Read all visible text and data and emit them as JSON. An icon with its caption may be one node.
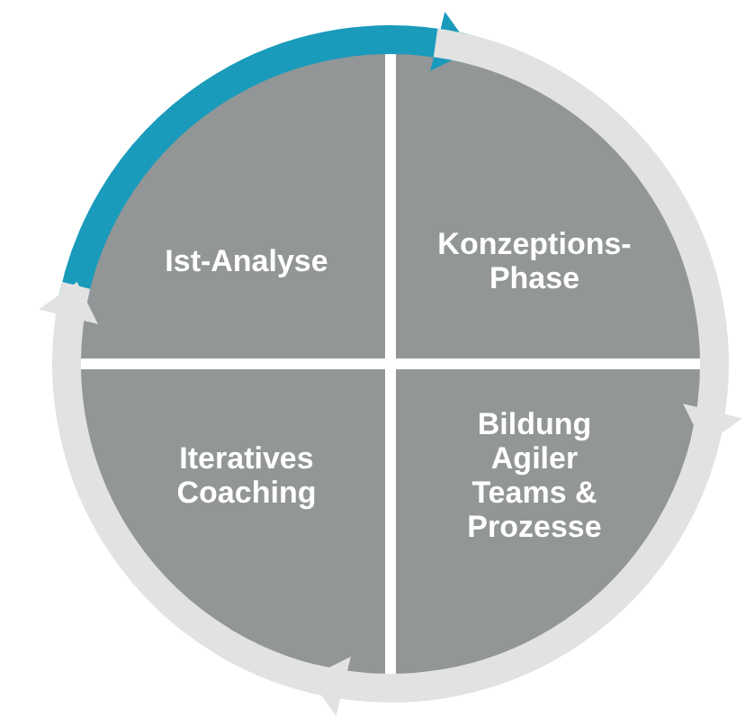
{
  "diagram": {
    "nodes": [
      {
        "text": [
          "Ist-Analyse"
        ]
      },
      {
        "text": [
          "Konzeptions- Phase"
        ]
      },
      {
        "text": [
          "Bildung Agiler Teams & Prozesse"
        ]
      },
      {
        "text": [
          "Iteratives Coaching"
        ]
      }
    ],
    "edges": [
      {
        "from": 0,
        "to": 1,
        "arrow": "to",
        "color": "#1a9bbb"
      },
      {
        "from": 1,
        "to": 2,
        "arrow": "to"
      },
      {
        "from": 2,
        "to": 3,
        "arrow": "to"
      },
      {
        "from": 3,
        "to": 0,
        "arrow": "to"
      }
    ]
  }
}
